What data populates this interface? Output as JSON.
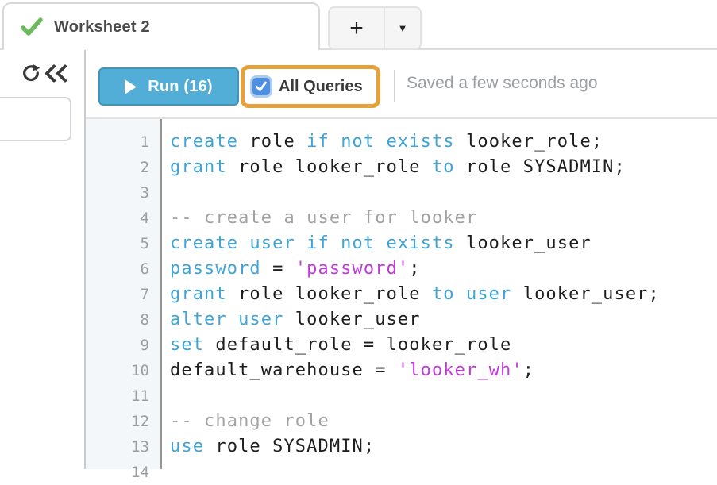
{
  "tab_bar": {
    "active_tab": {
      "label": "Worksheet 2",
      "status_icon": "check-icon"
    },
    "new_tab_glyph": "+",
    "tab_menu_glyph": "▼"
  },
  "sidebar": {
    "icons": [
      "refresh-icon",
      "collapse-double-chevron-icon"
    ]
  },
  "toolbar": {
    "run_label": "Run (16)",
    "run_icon": "play-icon",
    "all_queries_label": "All Queries",
    "all_queries_checked": true,
    "saved_status": "Saved a few seconds ago"
  },
  "editor": {
    "lines": [
      {
        "num": "1",
        "tokens": [
          {
            "c": "k",
            "t": "create"
          },
          {
            "c": "t",
            "t": " role "
          },
          {
            "c": "k",
            "t": "if not exists"
          },
          {
            "c": "t",
            "t": " looker_role;"
          }
        ]
      },
      {
        "num": "2",
        "tokens": [
          {
            "c": "k",
            "t": "grant"
          },
          {
            "c": "t",
            "t": " role looker_role "
          },
          {
            "c": "k",
            "t": "to"
          },
          {
            "c": "t",
            "t": " role SYSADMIN;"
          }
        ]
      },
      {
        "num": "3",
        "tokens": []
      },
      {
        "num": "4",
        "tokens": [
          {
            "c": "c",
            "t": "-- create a user for looker"
          }
        ]
      },
      {
        "num": "5",
        "tokens": [
          {
            "c": "k",
            "t": "create user if not exists"
          },
          {
            "c": "t",
            "t": " looker_user"
          }
        ]
      },
      {
        "num": "6",
        "tokens": [
          {
            "c": "k",
            "t": "password"
          },
          {
            "c": "t",
            "t": " = "
          },
          {
            "c": "s",
            "t": "'password'"
          },
          {
            "c": "t",
            "t": ";"
          }
        ]
      },
      {
        "num": "7",
        "tokens": [
          {
            "c": "k",
            "t": "grant"
          },
          {
            "c": "t",
            "t": " role looker_role "
          },
          {
            "c": "k",
            "t": "to user"
          },
          {
            "c": "t",
            "t": " looker_user;"
          }
        ]
      },
      {
        "num": "8",
        "tokens": [
          {
            "c": "k",
            "t": "alter user"
          },
          {
            "c": "t",
            "t": " looker_user"
          }
        ]
      },
      {
        "num": "9",
        "tokens": [
          {
            "c": "k",
            "t": "set"
          },
          {
            "c": "t",
            "t": " default_role = looker_role"
          }
        ]
      },
      {
        "num": "10",
        "tokens": [
          {
            "c": "t",
            "t": "default_warehouse = "
          },
          {
            "c": "s",
            "t": "'looker_wh'"
          },
          {
            "c": "t",
            "t": ";"
          }
        ]
      },
      {
        "num": "11",
        "tokens": []
      },
      {
        "num": "12",
        "tokens": [
          {
            "c": "c",
            "t": "-- change role"
          }
        ]
      },
      {
        "num": "13",
        "tokens": [
          {
            "c": "k",
            "t": "use"
          },
          {
            "c": "t",
            "t": " role SYSADMIN;"
          }
        ]
      },
      {
        "num": "14",
        "tokens": []
      }
    ]
  },
  "colors": {
    "keyword": "#3FA5D8",
    "string_literal": "#C03AD9",
    "comment": "#A2A2A2",
    "code_text": "#1E1E1E",
    "run_button": "#52AED6",
    "run_button_border": "#3E95BD",
    "annotation_orange": "#E5A13C",
    "checkbox_blue": "#4D90E2",
    "checkbox_ring": "#AECBF2",
    "tab_check_green": "#6BBB5C",
    "gutter_bg": "#F3F7F9",
    "line_number": "#9AA0A5"
  }
}
